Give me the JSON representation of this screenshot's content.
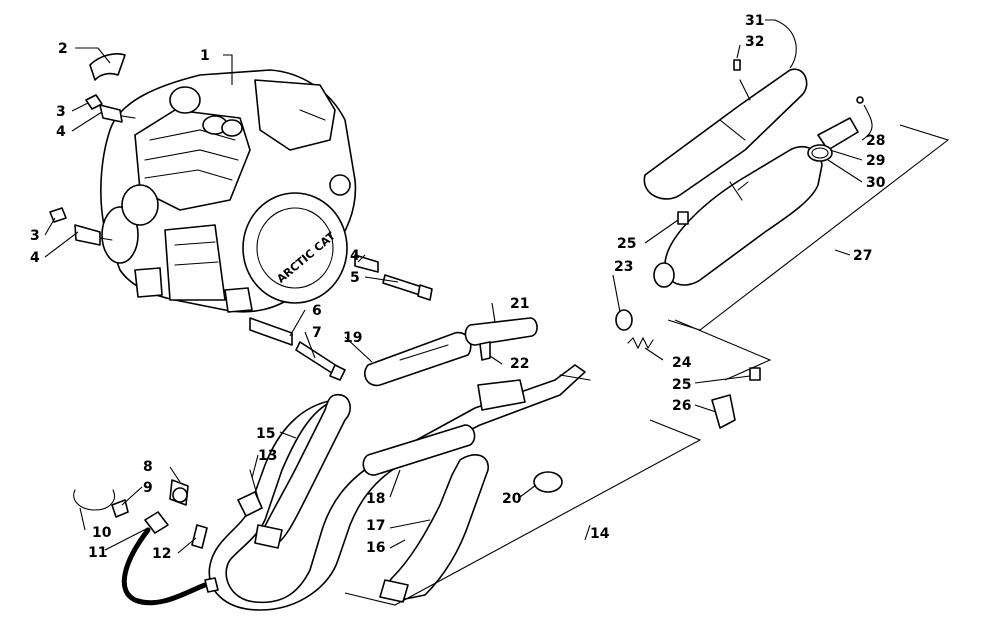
{
  "engine_logo": "ARCTIC CAT",
  "callouts": [
    "1",
    "2",
    "3",
    "4",
    "3",
    "4",
    "4",
    "5",
    "6",
    "7",
    "8",
    "9",
    "10",
    "11",
    "12",
    "13",
    "14",
    "15",
    "16",
    "17",
    "18",
    "19",
    "20",
    "21",
    "22",
    "23",
    "24",
    "25",
    "25",
    "26",
    "27",
    "28",
    "29",
    "30",
    "31",
    "32"
  ]
}
